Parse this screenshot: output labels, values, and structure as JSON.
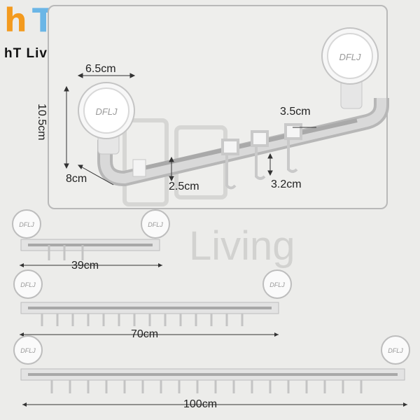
{
  "brand": {
    "logo_letters_h": "h",
    "logo_letters_t": "T",
    "name": "hT Living",
    "watermark": "Living",
    "colors": {
      "orange": "#f39a1e",
      "blue": "#6bb6e6"
    }
  },
  "product_label": "DFLJ",
  "dimensions": {
    "cup_width": "6.5cm",
    "cup_height": "10.5cm",
    "cup_depth": "8cm",
    "bar_height": "2.5cm",
    "hook_width": "3.5cm",
    "hook_depth": "3.2cm"
  },
  "variants": [
    {
      "length_label": "39cm"
    },
    {
      "length_label": "70cm"
    },
    {
      "length_label": "100cm"
    }
  ]
}
